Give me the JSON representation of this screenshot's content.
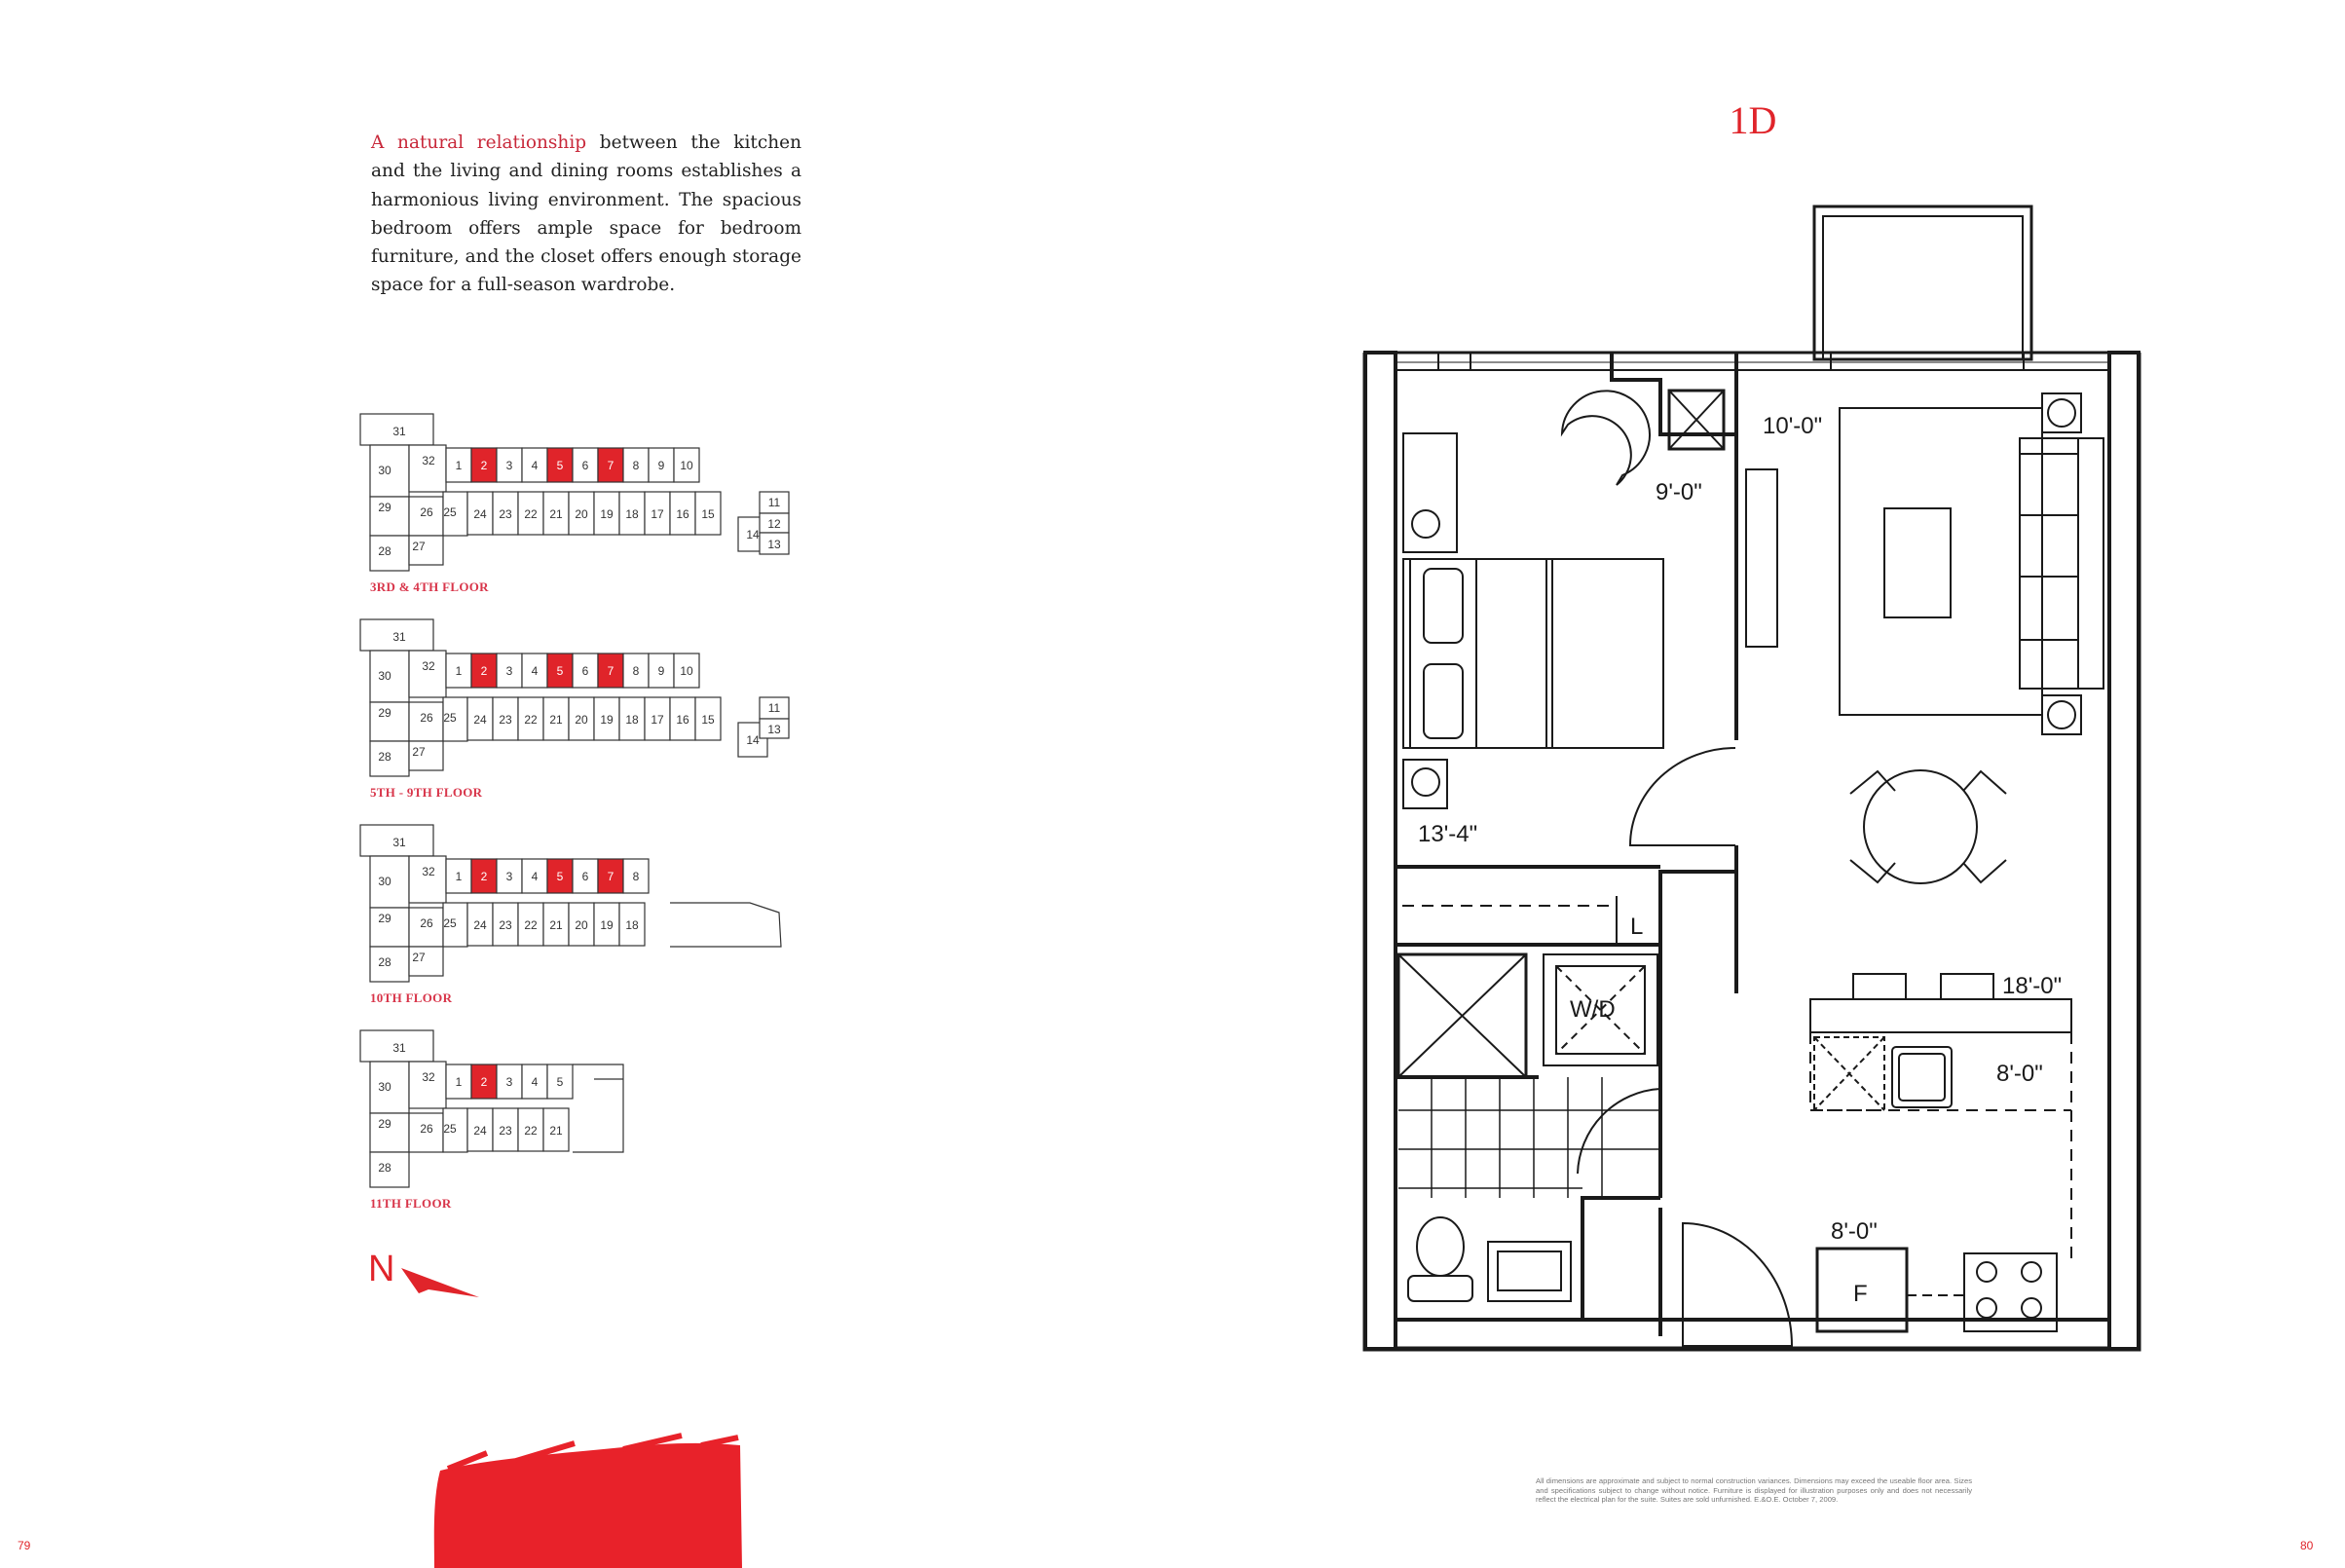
{
  "intro": {
    "highlight": "A natural relationship",
    "body": " between the kitchen and the living and dining rooms establishes a harmonious living environment. The spacious bedroom offers ample space for bedroom furniture, and the closet offers enough storage space for a full-season wardrobe."
  },
  "suite": {
    "title": "1D",
    "dimensions": {
      "living_width": "10'-0\"",
      "bedroom_width": "9'-0\"",
      "bedroom_length": "13'-4\"",
      "living_length": "18'-0\"",
      "kitchen_width": "8'-0\"",
      "kitchen_length": "8'-0\""
    },
    "labels": {
      "washer_dryer": "W/D",
      "fridge": "F",
      "linen": "L"
    }
  },
  "keyplans": [
    {
      "label": "3RD & 4TH FLOOR",
      "top": [
        "1",
        "2",
        "3",
        "4",
        "5",
        "6",
        "7",
        "8",
        "9",
        "10"
      ],
      "bottom": [
        "24",
        "23",
        "22",
        "21",
        "20",
        "19",
        "18",
        "17",
        "16",
        "15"
      ],
      "wing": [
        "14",
        "11",
        "12",
        "13"
      ],
      "left": [
        "31",
        "30",
        "32",
        "29",
        "26",
        "25",
        "28",
        "27"
      ],
      "highlight": [
        "2",
        "5",
        "7"
      ]
    },
    {
      "label": "5TH - 9TH FLOOR",
      "top": [
        "1",
        "2",
        "3",
        "4",
        "5",
        "6",
        "7",
        "8",
        "9",
        "10"
      ],
      "bottom": [
        "24",
        "23",
        "22",
        "21",
        "20",
        "19",
        "18",
        "17",
        "16",
        "15"
      ],
      "wing": [
        "14",
        "11",
        "13"
      ],
      "left": [
        "31",
        "30",
        "32",
        "29",
        "26",
        "25",
        "28",
        "27"
      ],
      "highlight": [
        "2",
        "5",
        "7"
      ]
    },
    {
      "label": "10TH FLOOR",
      "top": [
        "1",
        "2",
        "3",
        "4",
        "5",
        "6",
        "7",
        "8"
      ],
      "bottom": [
        "24",
        "23",
        "22",
        "21",
        "20",
        "19",
        "18"
      ],
      "wing": [],
      "left": [
        "31",
        "30",
        "32",
        "29",
        "26",
        "25",
        "28",
        "27"
      ],
      "highlight": [
        "2",
        "5",
        "7"
      ]
    },
    {
      "label": "11TH FLOOR",
      "top": [
        "1",
        "2",
        "3",
        "4",
        "5"
      ],
      "bottom": [
        "24",
        "23",
        "22",
        "21"
      ],
      "wing": [],
      "left": [
        "31",
        "30",
        "32",
        "29",
        "26",
        "25",
        "28"
      ],
      "highlight": [
        "2"
      ]
    }
  ],
  "compass": {
    "label": "N"
  },
  "disclaimer": "All dimensions are approximate and subject to normal construction variances. Dimensions may exceed the useable floor area. Sizes and specifications subject to change without notice. Furniture is displayed for illustration purposes only and does not necessarily reflect the electrical plan for the suite. Suites are sold unfurnished. E.&O.E. October 7, 2009.",
  "pages": {
    "left": "79",
    "right": "80"
  },
  "colors": {
    "accent": "#e0242a",
    "line": "#1a1a1a"
  }
}
